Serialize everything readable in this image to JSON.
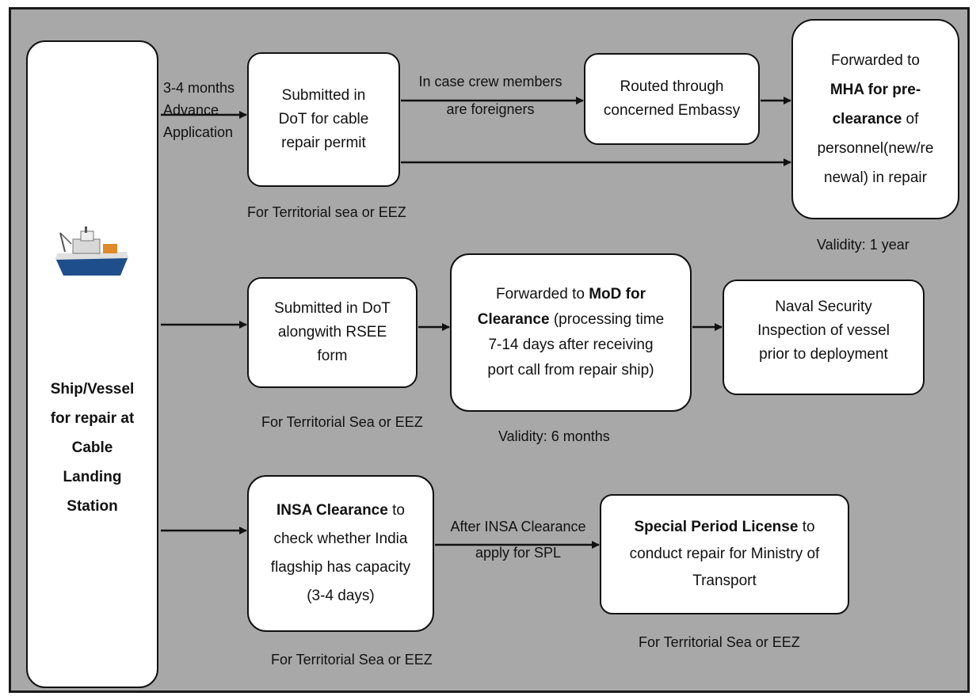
{
  "colors": {
    "canvas": "#a8a8a8",
    "box": "#ffffff",
    "line": "#111111"
  },
  "ship_node": {
    "image": "cable-repair-ship-image",
    "line1": "Ship/Vessel",
    "line2": "for repair at",
    "line3": "Cable",
    "line4": "Landing",
    "line5": "Station"
  },
  "row1": {
    "advance_label": {
      "line1": "3-4 months",
      "line2": "Advance",
      "line3": "Application"
    },
    "submitted": {
      "line1": "Submitted in",
      "line2": "DoT for cable",
      "line3": "repair permit"
    },
    "submitted_caption": "For Territorial sea or EEZ",
    "foreigners_label": {
      "line1": "In case crew members",
      "line2": "are foreigners"
    },
    "embassy": {
      "line1": "Routed through",
      "line2": "concerned Embassy"
    },
    "mha": {
      "line1": "Forwarded to",
      "line2": "MHA for pre-",
      "line3_bold": "clearance",
      "line3_rest": " of",
      "line4": "personnel(new/re",
      "line5": "newal) in repair"
    },
    "mha_caption": "Validity: 1 year"
  },
  "row2": {
    "submitted": {
      "line1": "Submitted in DoT",
      "line2": "alongwith RSEE",
      "line3": "form"
    },
    "submitted_caption": "For Territorial Sea or EEZ",
    "mod": {
      "line1_plain": "Forwarded to ",
      "line1_bold": "MoD for",
      "line2_bold": "Clearance",
      "line2_rest": " (processing time",
      "line3": "7-14 days after receiving",
      "line4": "port call from repair ship)"
    },
    "mod_caption": "Validity: 6 months",
    "naval": {
      "line1": "Naval Security",
      "line2": "Inspection of vessel",
      "line3": "prior to deployment"
    }
  },
  "row3": {
    "insa": {
      "line1_bold": "INSA Clearance",
      "line1_rest": " to",
      "line2": "check whether India",
      "line3": "flagship has capacity",
      "line4": "(3-4 days)"
    },
    "insa_caption": "For Territorial Sea or EEZ",
    "after_label": {
      "line1": "After INSA Clearance",
      "line2": "apply for SPL"
    },
    "spl": {
      "line1_bold": "Special Period License",
      "line1_rest": " to",
      "line2": "conduct repair for Ministry of",
      "line3": "Transport"
    },
    "spl_caption": "For Territorial Sea or EEZ"
  }
}
